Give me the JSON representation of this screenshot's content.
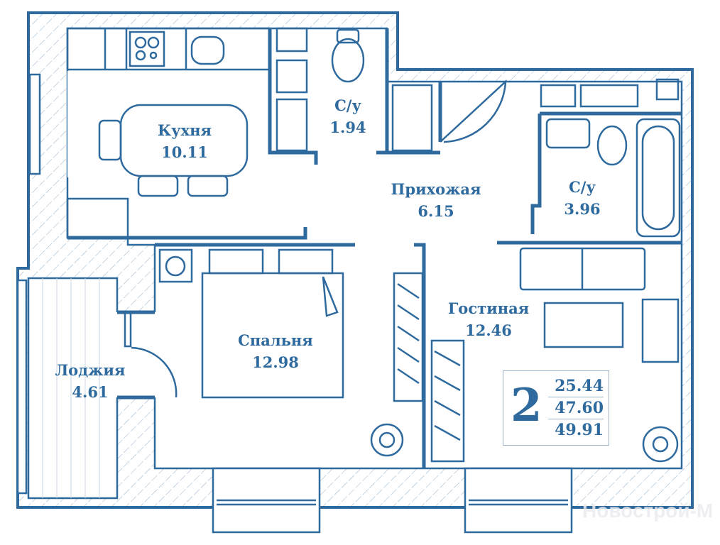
{
  "colors": {
    "line": "#2e6a9e",
    "hatch": "#8fb0cc",
    "box_border": "#9db5cc"
  },
  "rooms": {
    "kitchen": {
      "name": "Кухня",
      "area": "10.11"
    },
    "bath1": {
      "name": "С/у",
      "area": "1.94"
    },
    "hall": {
      "name": "Прихожая",
      "area": "6.15"
    },
    "bath2": {
      "name": "С/у",
      "area": "3.96"
    },
    "bedroom": {
      "name": "Спальня",
      "area": "12.98"
    },
    "living": {
      "name": "Гостиная",
      "area": "12.46"
    },
    "loggia": {
      "name": "Лоджия",
      "area": "4.61"
    }
  },
  "summary": {
    "rooms_count": "2",
    "living_area": "25.44",
    "total_area": "47.60",
    "total_with_loggia": "49.91"
  },
  "watermark": "Новострой-М"
}
